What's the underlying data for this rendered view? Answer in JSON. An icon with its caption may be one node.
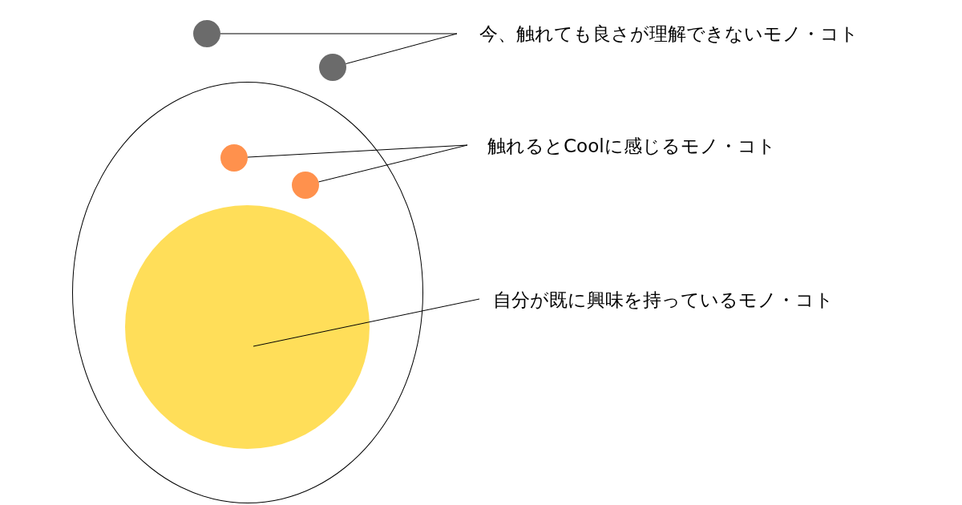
{
  "diagram": {
    "nodes": [
      {
        "text": [],
        "shape": "circle"
      },
      {
        "text": [
          "今、触れても良さが理解できないモノ・コト"
        ]
      },
      {
        "text": [],
        "shape": "circle"
      },
      {
        "text": [],
        "shape": "ellipse"
      },
      {
        "text": [],
        "shape": "circle",
        "in": 3
      },
      {
        "text": [
          "触れるとCoolに感じるモノ・コト"
        ]
      },
      {
        "text": [],
        "shape": "circle",
        "in": 3
      },
      {
        "text": [],
        "shape": "circle",
        "in": 3
      },
      {
        "text": [
          "自分が既に興味を持っているモノ・コト"
        ]
      }
    ],
    "edges": [
      {
        "from": 1,
        "to": 0,
        "arrow": "none"
      },
      {
        "from": 1,
        "to": 2,
        "arrow": "none"
      },
      {
        "from": 5,
        "to": 4,
        "arrow": "none"
      },
      {
        "from": 5,
        "to": 6,
        "arrow": "none"
      },
      {
        "from": 8,
        "to": 7,
        "arrow": "none"
      }
    ]
  }
}
